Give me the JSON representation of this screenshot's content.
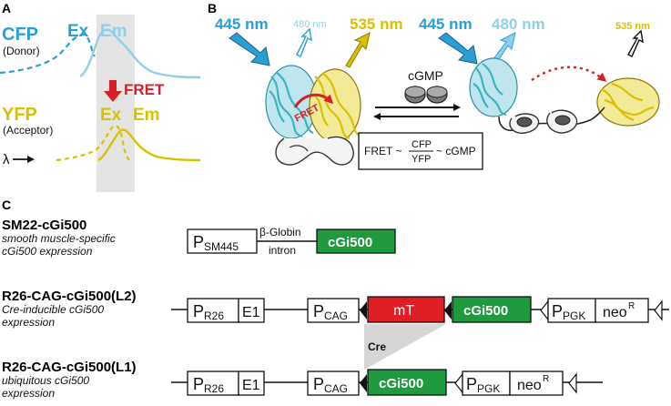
{
  "colors": {
    "cfp": "#2a9fd6",
    "cfp_light": "#8fd0e8",
    "yfp": "#d9c100",
    "fret": "#d61f26",
    "green": "#1f9a3e",
    "shade": "#e4e4e4",
    "teal": "#3bb3c3"
  },
  "panelA": {
    "label": "A",
    "cfp": "CFP",
    "donor": "(Donor)",
    "ex": "Ex",
    "em": "Em",
    "fret": "FRET",
    "yfp": "YFP",
    "acceptor": "(Acceptor)",
    "ex2": "Ex",
    "em2": "Em",
    "lambda": "λ"
  },
  "panelB": {
    "label": "B",
    "nm445_left": "445 nm",
    "nm480_left": "480 nm",
    "nm535_left": "535 nm",
    "nm445_right": "445 nm",
    "nm480_right": "480 nm",
    "nm535_right": "535 nm",
    "fret_arrow": "FRET",
    "cgmp": "cGMP",
    "formula": {
      "prefix": "FRET ~",
      "numerator": "CFP",
      "denominator": "YFP",
      "suffix": "~ cGMP"
    }
  },
  "panelC": {
    "label": "C",
    "sm22": {
      "title": "SM22-cGi500",
      "desc1": "smooth muscle-specific",
      "desc2": "cGi500 expression",
      "promoter_p": "P",
      "promoter_sub": "SM445",
      "intron1": "β-Globin",
      "intron2": "intron",
      "gene": "cGi500"
    },
    "l2": {
      "title": "R26-CAG-cGi500(L2)",
      "desc1": "Cre-inducible cGi500",
      "desc2": "expression",
      "pr26_p": "P",
      "pr26_sub": "R26",
      "e1": "E1",
      "pcag_p": "P",
      "pcag_sub": "CAG",
      "mt": "mT",
      "gene": "cGi500",
      "ppgk_p": "P",
      "ppgk_sub": "PGK",
      "neo": "neo",
      "neo_sup": "R"
    },
    "cre": "Cre",
    "l1": {
      "title": "R26-CAG-cGi500(L1)",
      "desc1": "ubiquitous cGi500",
      "desc2": "expression",
      "pr26_p": "P",
      "pr26_sub": "R26",
      "e1": "E1",
      "pcag_p": "P",
      "pcag_sub": "CAG",
      "gene": "cGi500",
      "ppgk_p": "P",
      "ppgk_sub": "PGK",
      "neo": "neo",
      "neo_sup": "R"
    }
  }
}
